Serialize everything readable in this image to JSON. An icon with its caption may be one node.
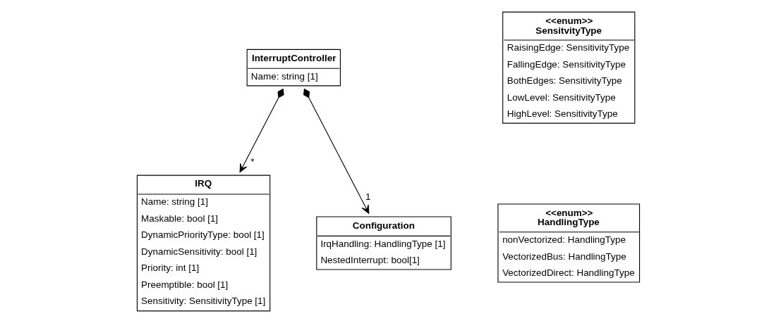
{
  "diagram": {
    "nodes": [
      {
        "text": [
          "InterruptController",
          "Name: string [1]"
        ]
      },
      {
        "text": [
          "IRQ",
          "Name: string [1]",
          "Maskable: bool [1]",
          "DynamicPriorityType: bool [1]",
          "DynamicSensitivity: bool [1]",
          "Priority: int [1]",
          "Preemptible: bool [1]",
          "Sensitivity: SensitivityType [1]"
        ]
      },
      {
        "text": [
          "Configuration",
          "IrqHandling: HandlingType [1]",
          "NestedInterrupt: bool[1]"
        ]
      },
      {
        "text": [
          "<<enum>> SensitvityType",
          "RaisingEdge: SensitivityType",
          "FallingEdge: SensitivityType",
          "BothEdges: SensitivityType",
          "LowLevel: SensitivityType",
          "HighLevel: SensitivityType"
        ]
      },
      {
        "text": [
          "<<enum>> HandlingType",
          "nonVectorized: HandlingType",
          "VectorizedBus: HandlingType",
          "VectorizedDirect: HandlingType"
        ]
      }
    ],
    "edges": [
      {
        "from": 0,
        "to": 1,
        "arrow": "to",
        "label": "*"
      },
      {
        "from": 0,
        "to": 2,
        "arrow": "to",
        "label": "1"
      }
    ]
  }
}
